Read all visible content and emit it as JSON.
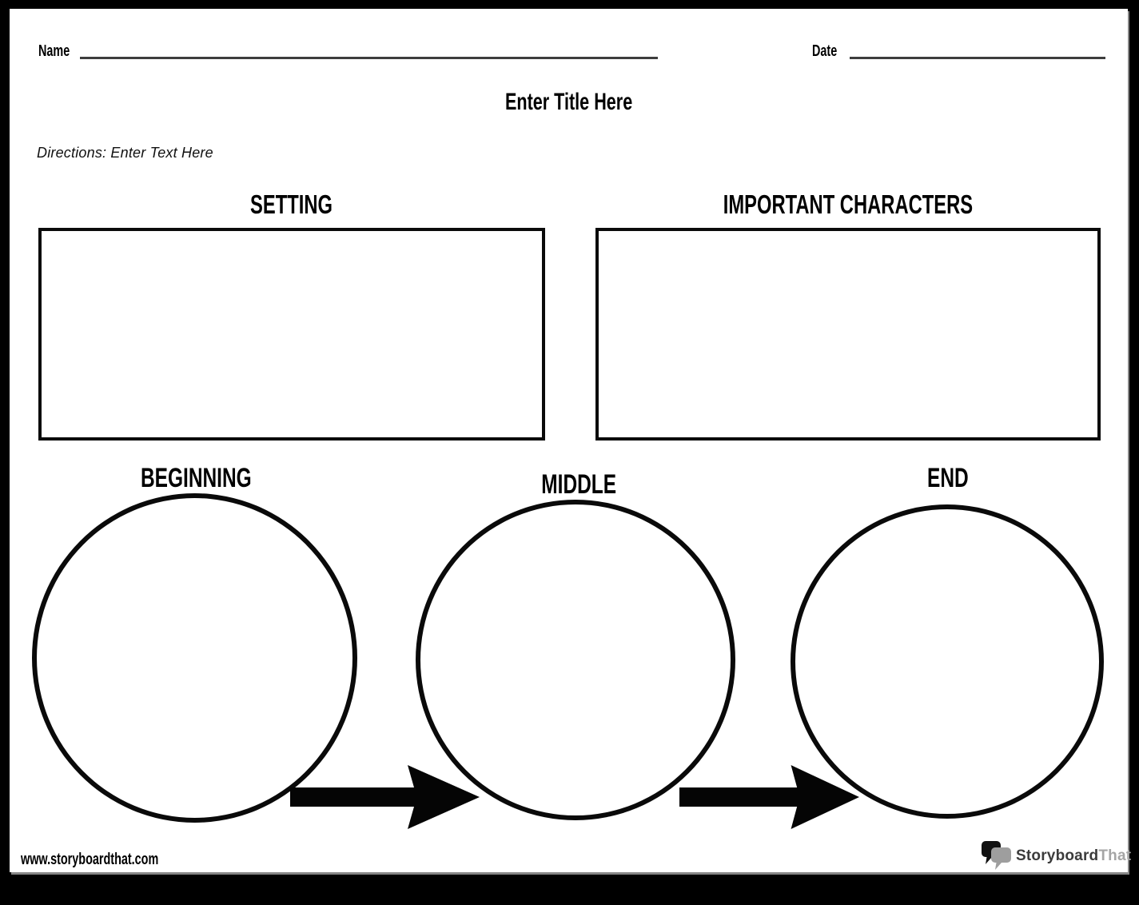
{
  "header": {
    "name_label": "Name",
    "date_label": "Date",
    "title": "Enter Title Here",
    "directions": "Directions: Enter Text Here"
  },
  "sections": {
    "setting": {
      "heading": "SETTING"
    },
    "characters": {
      "heading": "IMPORTANT CHARACTERS"
    }
  },
  "story_parts": [
    {
      "label": "BEGINNING"
    },
    {
      "label": "MIDDLE"
    },
    {
      "label": "END"
    }
  ],
  "footer": {
    "website": "www.storyboardthat.com",
    "logo": {
      "storyboard": "Storyboard",
      "that": "That"
    }
  },
  "colors": {
    "ink": "#000000",
    "underline": "#3d3d3d",
    "page_bg": "#ffffff",
    "frame": "#000000",
    "logo_dark": "#3b3b3b",
    "logo_light": "#a5a5a5",
    "bubble_black": "#111111",
    "bubble_gray": "#9e9e9e"
  },
  "icons": {
    "logo": "speech-bubbles-icon",
    "flow": "arrow-right-icon"
  }
}
